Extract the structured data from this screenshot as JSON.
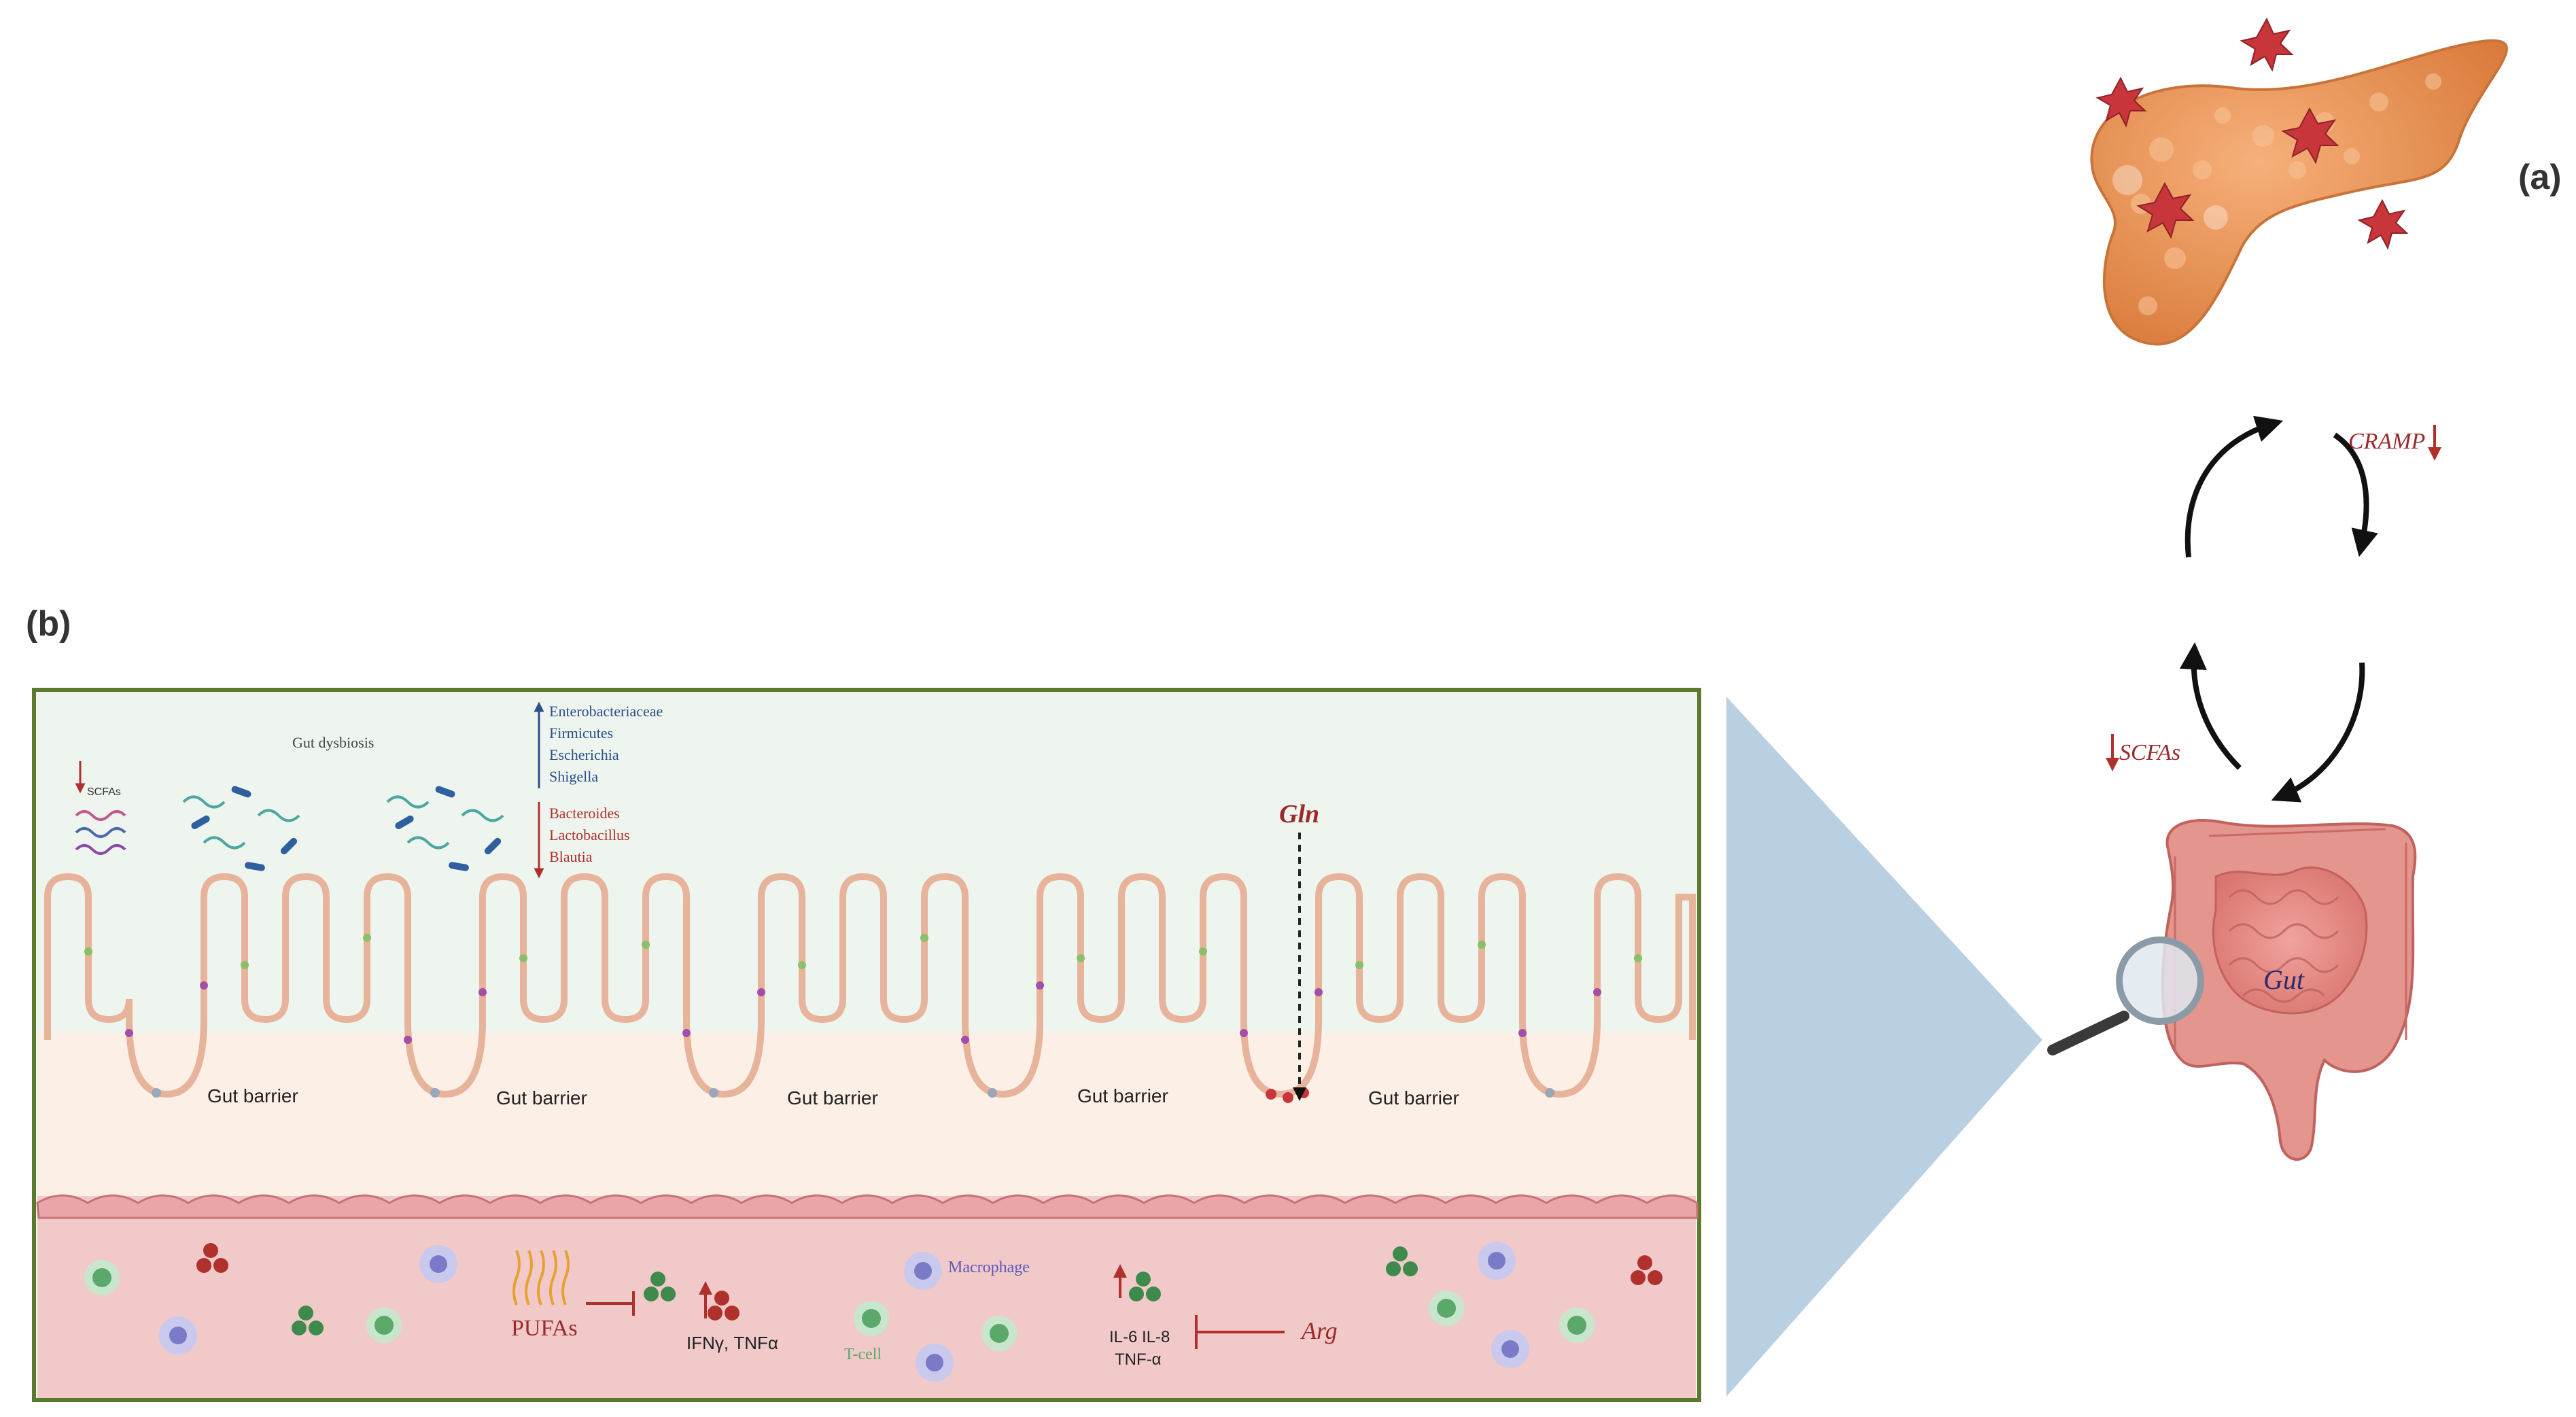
{
  "labels": {
    "panel_a": "(a)",
    "panel_b": "(b)",
    "cramp": "CRAMP",
    "scfas_cycle": "SCFAs",
    "gut": "Gut",
    "gut_dysbiosis": "Gut dysbiosis",
    "scfas_small": "SCFAs",
    "gln": "Gln",
    "gut_barrier": "Gut barrier",
    "pufas": "PUFAs",
    "ifn_tnf": "IFNγ, TNFα",
    "macrophage": "Macrophage",
    "t_cell": "T-cell",
    "il_line1": "IL-6 IL-8",
    "il_line2": "TNF-α",
    "arg": "Arg"
  },
  "bacteria_increased": [
    "Enterobacteriaceae",
    "Firmicutes",
    "Escherichia",
    "Shigella"
  ],
  "bacteria_decreased": [
    "Bacteroides",
    "Lactobacillus",
    "Blautia"
  ],
  "colors": {
    "frame_green": "#5a7a2e",
    "lumen_bg": "#eef4ee",
    "villi_fill": "#f8dcc8",
    "blood_bg": "#f2c9c9",
    "zoom_cone": "#b9cfe2",
    "pancreas": "#e8954f",
    "damage_star": "#c8353a",
    "up_arrow_blue": "#2a4f8a",
    "down_arrow_red": "#b0302c",
    "label_red": "#9b2a2a"
  }
}
